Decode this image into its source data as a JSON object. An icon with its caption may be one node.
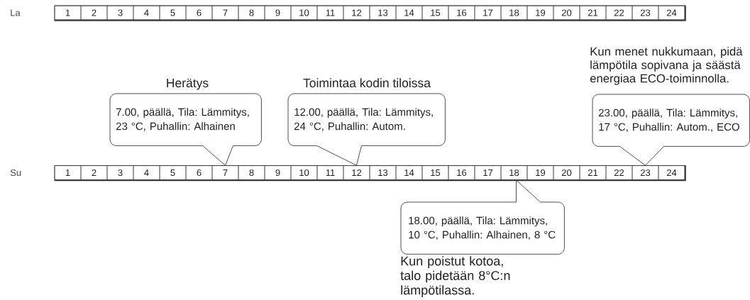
{
  "diagram": {
    "nodes": [
      {
        "text": [
          "1"
        ]
      },
      {
        "text": [
          "2"
        ]
      },
      {
        "text": [
          "3"
        ]
      },
      {
        "text": [
          "4"
        ]
      },
      {
        "text": [
          "5"
        ]
      },
      {
        "text": [
          "6"
        ]
      },
      {
        "text": [
          "7"
        ]
      },
      {
        "text": [
          "8"
        ]
      },
      {
        "text": [
          "9"
        ]
      },
      {
        "text": [
          "10"
        ]
      },
      {
        "text": [
          "11"
        ]
      },
      {
        "text": [
          "12"
        ]
      },
      {
        "text": [
          "13"
        ]
      },
      {
        "text": [
          "14"
        ]
      },
      {
        "text": [
          "15"
        ]
      },
      {
        "text": [
          "16"
        ]
      },
      {
        "text": [
          "17"
        ]
      },
      {
        "text": [
          "18"
        ]
      },
      {
        "text": [
          "19"
        ]
      },
      {
        "text": [
          "20"
        ]
      },
      {
        "text": [
          "21"
        ]
      },
      {
        "text": [
          "22"
        ]
      },
      {
        "text": [
          "23"
        ]
      },
      {
        "text": [
          "24"
        ]
      },
      {
        "text": [
          "7.00, päällä, Tila: Lämmitys, 23 °C, Puhallin: Alhainen"
        ],
        "beside": [
          "Herätys"
        ]
      },
      {
        "text": [
          "12.00, päällä, Tila: Lämmitys, 24 °C, Puhallin: Autom."
        ],
        "beside": [
          "Toimintaa kodin tiloissa"
        ]
      },
      {
        "text": [
          "23.00, päällä, Tila: Lämmitys, 17 °C, Puhallin: Autom., ECO"
        ],
        "beside": [
          "Kun menet nukkumaan, pidä lämpötila sopivana ja säästä energiaa ECO-toiminnolla."
        ]
      },
      {
        "text": [
          "1"
        ]
      },
      {
        "text": [
          "2"
        ]
      },
      {
        "text": [
          "3"
        ]
      },
      {
        "text": [
          "4"
        ]
      },
      {
        "text": [
          "5"
        ]
      },
      {
        "text": [
          "6"
        ]
      },
      {
        "text": [
          "7"
        ]
      },
      {
        "text": [
          "8"
        ]
      },
      {
        "text": [
          "9"
        ]
      },
      {
        "text": [
          "10"
        ]
      },
      {
        "text": [
          "11"
        ]
      },
      {
        "text": [
          "12"
        ]
      },
      {
        "text": [
          "13"
        ]
      },
      {
        "text": [
          "14"
        ]
      },
      {
        "text": [
          "15"
        ]
      },
      {
        "text": [
          "16"
        ]
      },
      {
        "text": [
          "17"
        ]
      },
      {
        "text": [
          "18"
        ]
      },
      {
        "text": [
          "19"
        ]
      },
      {
        "text": [
          "20"
        ]
      },
      {
        "text": [
          "21"
        ]
      },
      {
        "text": [
          "22"
        ]
      },
      {
        "text": [
          "23"
        ]
      },
      {
        "text": [
          "24"
        ]
      },
      {
        "text": [
          "18.00, päällä, Tila: Lämmitys, 10 °C, Puhallin: Alhainen, 8 °C"
        ],
        "beside": [
          "Kun poistut kotoa, talo pidetään 8°C:n lämpötilassa."
        ]
      }
    ],
    "edges": [
      {
        "from": 24,
        "to": 33,
        "arrow": "none"
      },
      {
        "from": 25,
        "to": 38,
        "arrow": "none"
      },
      {
        "from": 26,
        "to": 49,
        "arrow": "none"
      },
      {
        "from": 51,
        "to": 44,
        "arrow": "none"
      }
    ],
    "labels": [
      "La",
      "Su"
    ]
  }
}
